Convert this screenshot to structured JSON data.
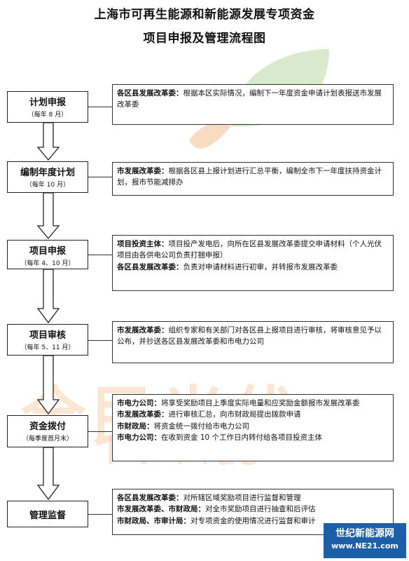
{
  "title": {
    "line1": "上海市可再生能源和新能源发展专项资金",
    "line2": "项目申报及管理流程图"
  },
  "stages": [
    {
      "name": "计划申报",
      "sub": "（每年 8 月）"
    },
    {
      "name": "编制年度计划",
      "sub": "（每年 10 月）"
    },
    {
      "name": "项目申报",
      "sub": "（每年 4、10 月）"
    },
    {
      "name": "项目审核",
      "sub": "（每年 5、11 月）"
    },
    {
      "name": "资金拨付",
      "sub": "（每季度首月末）"
    },
    {
      "name": "管理监督",
      "sub": ""
    }
  ],
  "descriptions": [
    [
      {
        "org": "各区县发展改革委：",
        "text": "根据本区实际情况，编制下一年度资金申请计划表报送市发展改革委"
      }
    ],
    [
      {
        "org": "市发展改革委：",
        "text": "根据各区县上报计划进行汇总平衡，编制全市下一年度扶持资金计划，报市节能减排办"
      }
    ],
    [
      {
        "org": "项目投资主体：",
        "text": "项目投产发电后，向所在区县发展改革委提交申请材料（个人光伏项目由各供电公司负责打捆申报）"
      },
      {
        "org": "各区县发展改革委：",
        "text": "负责对申请材料进行初审，并转报市发展改革委"
      }
    ],
    [
      {
        "org": "市发展改革委：",
        "text": "组织专家和有关部门对各区县上报项目进行审核，将审核意见予以公布，并抄送各区县发展改革委和市电力公司"
      }
    ],
    [
      {
        "org": "市电力公司：",
        "text": "将享受奖励项目上季度实际电量和应奖励金额报市发展改革委"
      },
      {
        "org": "市发展改革委：",
        "text": "进行审核汇总，向市财政局提出拨款申请"
      },
      {
        "org": "市财政局：",
        "text": "将资金统一拨付给市电力公司"
      },
      {
        "org": "市电力公司：",
        "text": "在收到资金 10 个工作日内转付给各项目投资主体"
      }
    ],
    [
      {
        "org": "各区县发展改革委：",
        "text": "对所辖区域奖励项目进行监督和管理"
      },
      {
        "org": "市发展改革委、市财政局：",
        "text": "对全市奖励项目进行抽查和后评估"
      },
      {
        "org": "市财政局、市审计局：",
        "text": "对专项资金的使用情况进行监督和审计"
      }
    ]
  ],
  "watermark": {
    "cn": "全民光伏",
    "en": "PV Plus"
  },
  "logo": {
    "line1": "世纪新能源网",
    "line2": "www.NE21.com"
  },
  "colors": {
    "watermark_orange": "#f6d2b0",
    "watermark_green": "#cfe3bf",
    "logo_blue": "#1d5ea8"
  }
}
